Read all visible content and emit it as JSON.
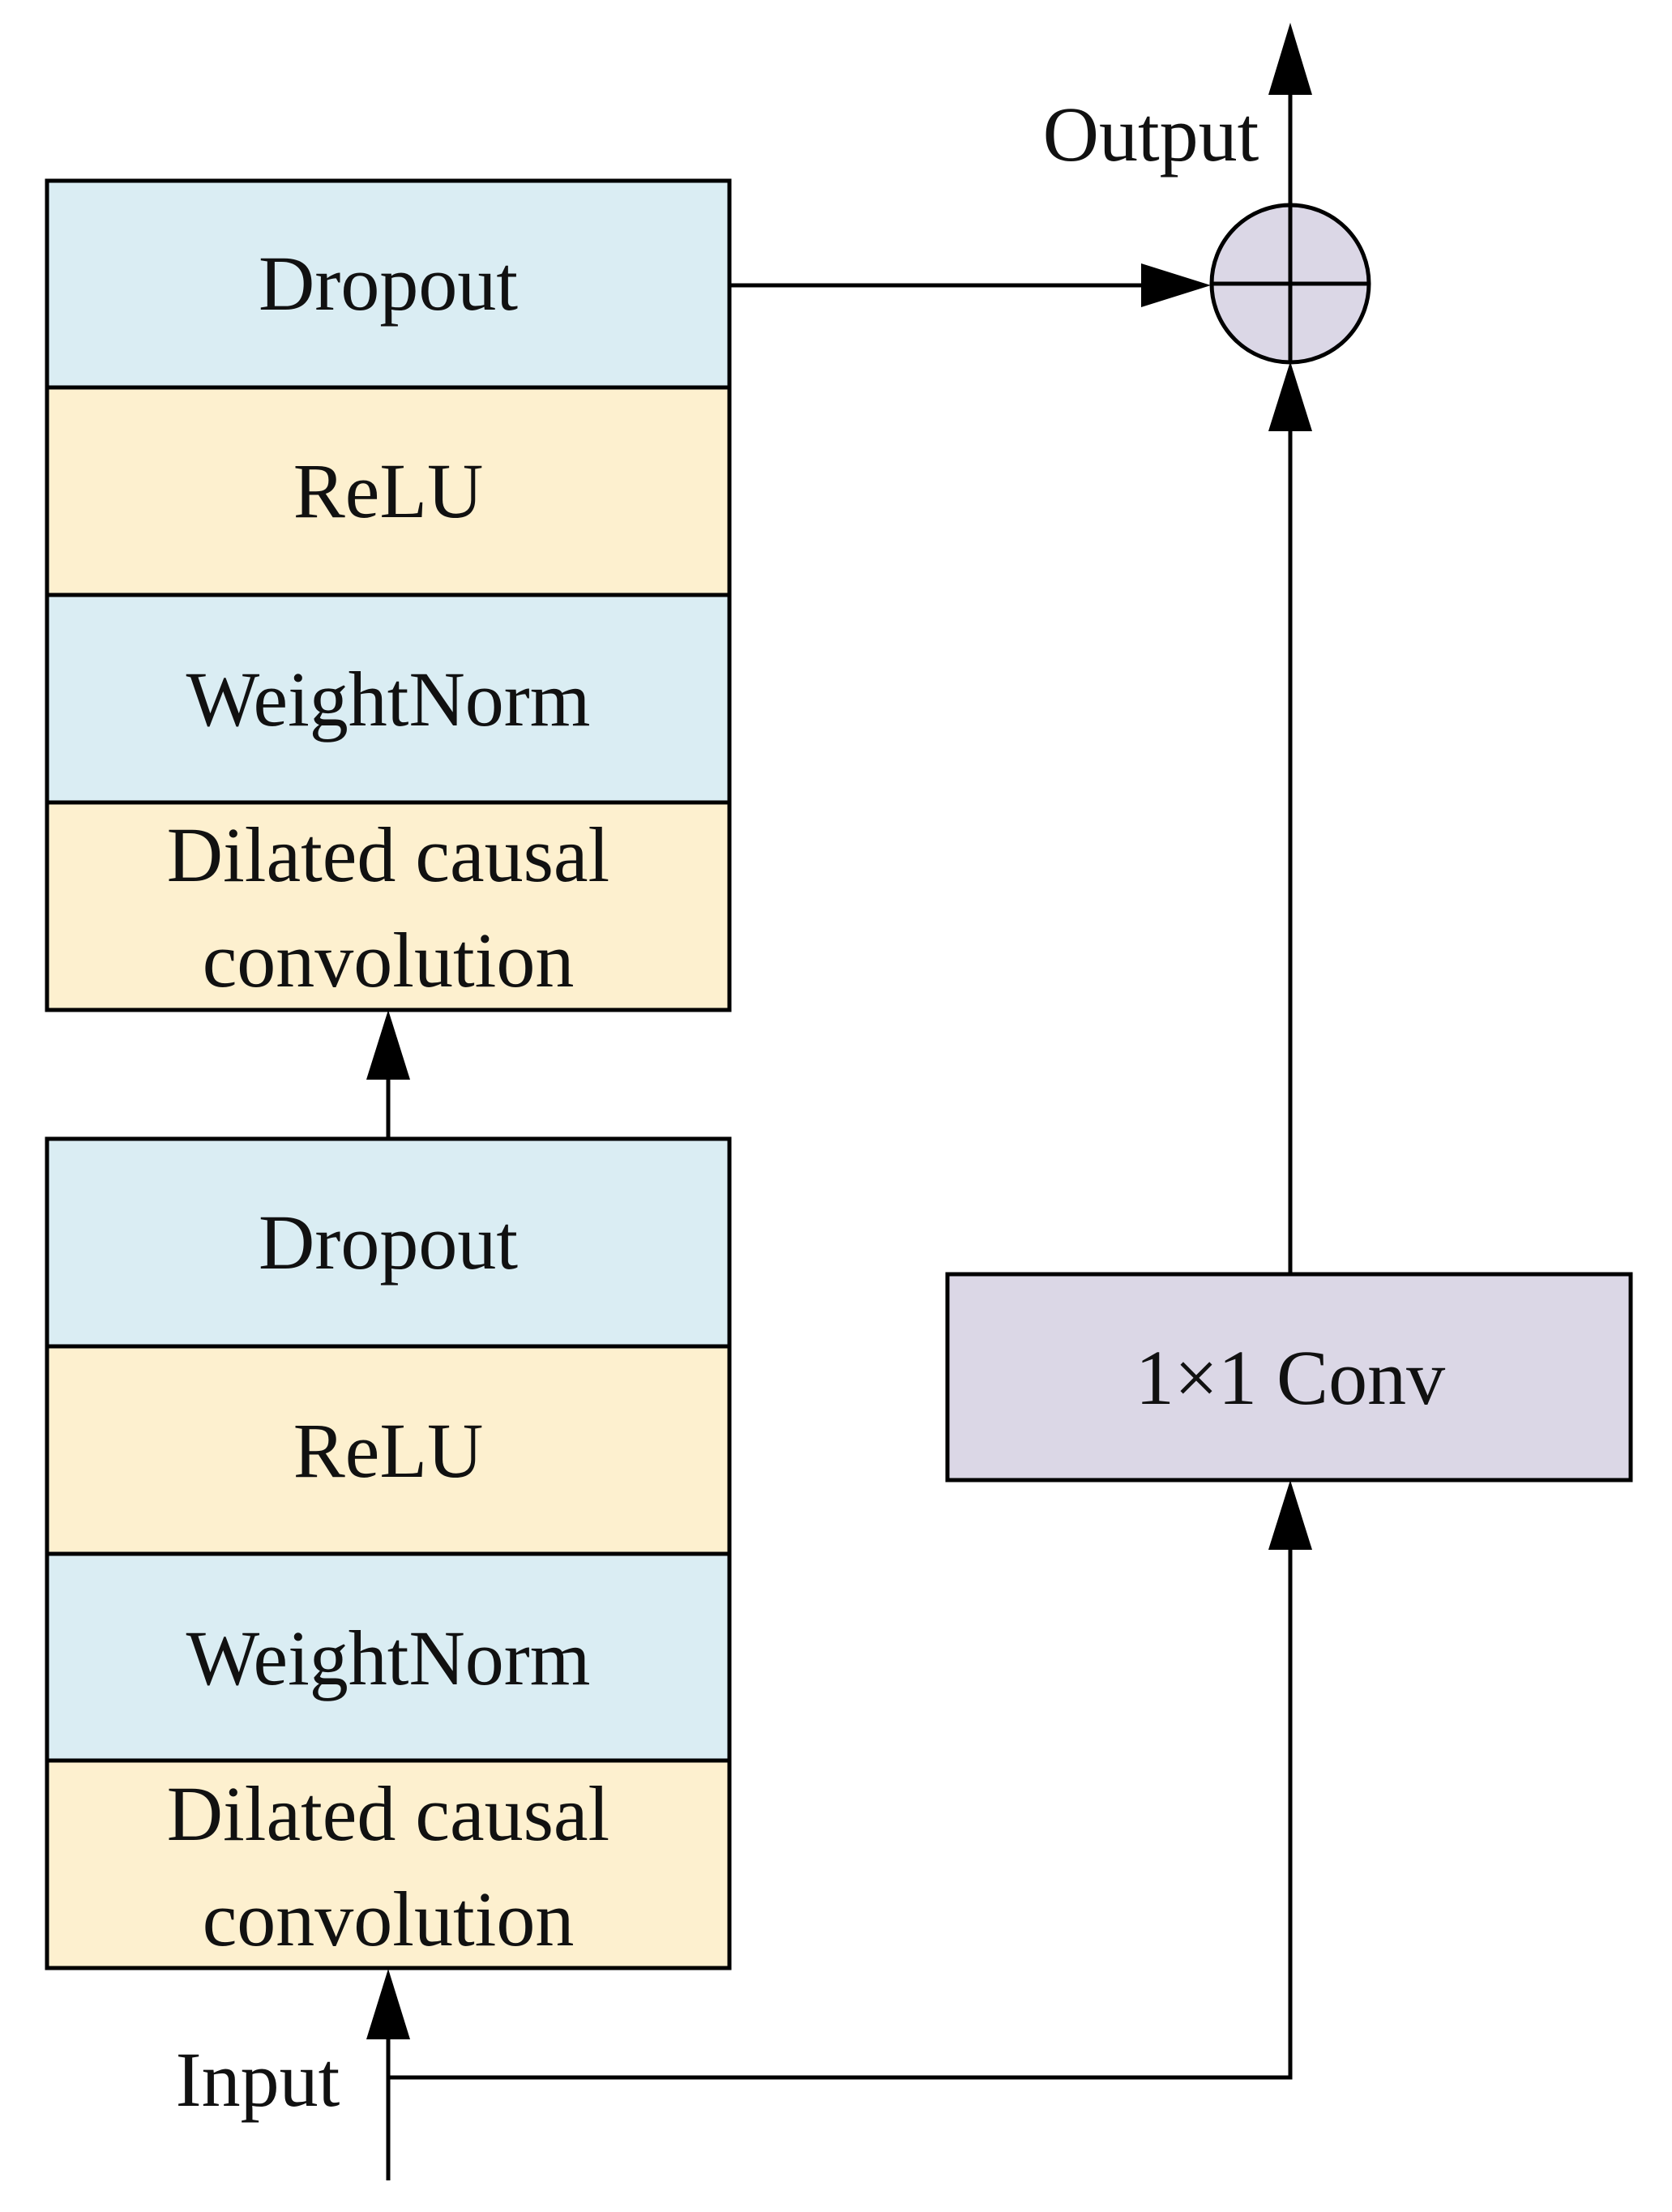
{
  "diagram": {
    "output_label": "Output",
    "input_label": "Input",
    "upper_block": {
      "dropout": "Dropout",
      "relu": "ReLU",
      "weightnorm": "WeightNorm",
      "conv_line1": "Dilated causal",
      "conv_line2": "convolution"
    },
    "lower_block": {
      "dropout": "Dropout",
      "relu": "ReLU",
      "weightnorm": "WeightNorm",
      "conv_line1": "Dilated causal",
      "conv_line2": "convolution"
    },
    "residual_conv": "1×1 Conv",
    "colors": {
      "blue_layer": "#daedf3",
      "yellow_layer": "#fdf0cf",
      "purple_node": "#dbd7e6",
      "stroke": "#000000"
    }
  }
}
